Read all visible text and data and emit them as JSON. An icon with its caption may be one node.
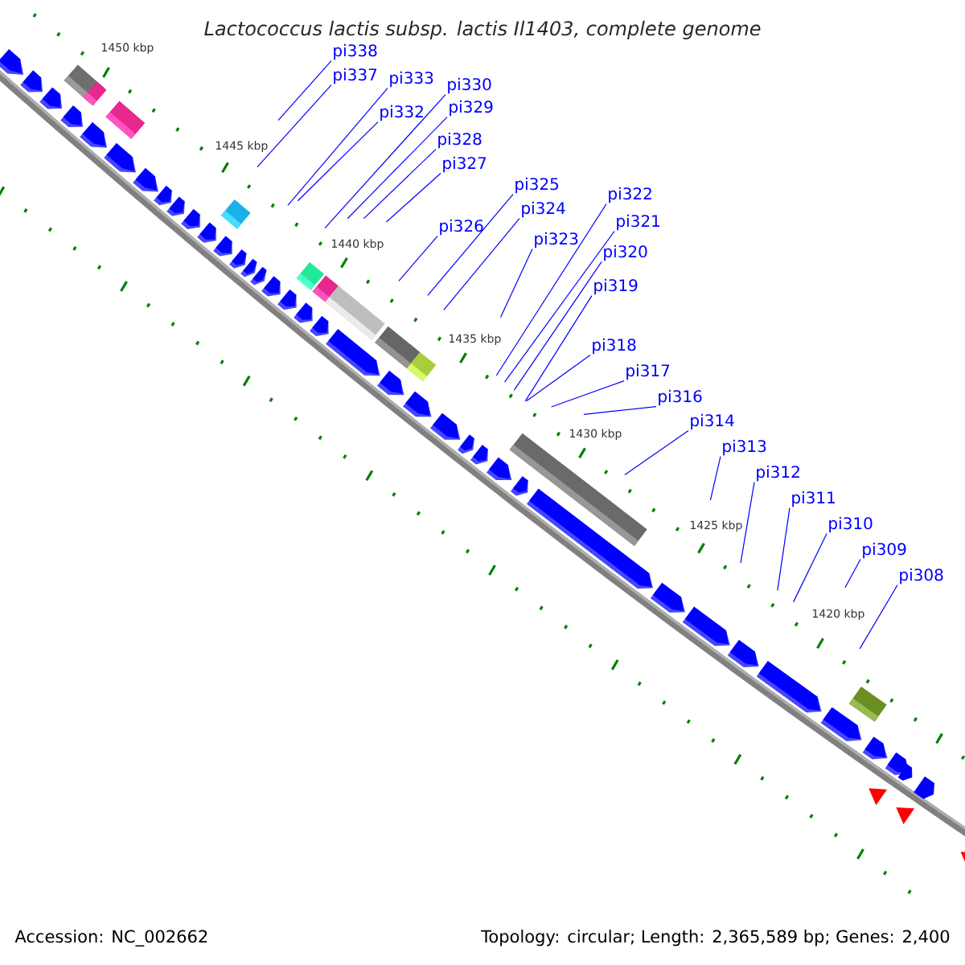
{
  "diagram": {
    "title": "Lactococcus lactis subsp. lactis Il1403, complete genome",
    "nodes": [
      {
        "text": [
          "pi338"
        ]
      },
      {
        "text": [
          "pi337"
        ]
      },
      {
        "text": [
          "pi333"
        ]
      },
      {
        "text": [
          "pi332"
        ]
      },
      {
        "text": [
          "pi330"
        ]
      },
      {
        "text": [
          "pi329"
        ]
      },
      {
        "text": [
          "pi328"
        ]
      },
      {
        "text": [
          "pi327"
        ]
      },
      {
        "text": [
          "pi326"
        ]
      },
      {
        "text": [
          "pi325"
        ]
      },
      {
        "text": [
          "pi324"
        ]
      },
      {
        "text": [
          "pi323"
        ]
      },
      {
        "text": [
          "pi322"
        ]
      },
      {
        "text": [
          "pi321"
        ]
      },
      {
        "text": [
          "pi320"
        ]
      },
      {
        "text": [
          "pi319"
        ]
      },
      {
        "text": [
          "pi318"
        ]
      },
      {
        "text": [
          "pi317"
        ]
      },
      {
        "text": [
          "pi316"
        ]
      },
      {
        "text": [
          "pi314"
        ]
      },
      {
        "text": [
          "pi313"
        ]
      },
      {
        "text": [
          "pi312"
        ]
      },
      {
        "text": [
          "pi311"
        ]
      },
      {
        "text": [
          "pi310"
        ]
      },
      {
        "text": [
          "pi309"
        ]
      },
      {
        "text": [
          "pi308"
        ]
      }
    ],
    "edges": [
      {
        "from": 0,
        "to": null,
        "arrow": "none"
      },
      {
        "from": 1,
        "to": null,
        "arrow": "none"
      },
      {
        "from": 2,
        "to": null,
        "arrow": "none"
      },
      {
        "from": 3,
        "to": null,
        "arrow": "none"
      },
      {
        "from": 4,
        "to": null,
        "arrow": "none"
      },
      {
        "from": 5,
        "to": null,
        "arrow": "none"
      },
      {
        "from": 6,
        "to": null,
        "arrow": "none"
      },
      {
        "from": 7,
        "to": null,
        "arrow": "none"
      },
      {
        "from": 8,
        "to": null,
        "arrow": "none"
      },
      {
        "from": 9,
        "to": null,
        "arrow": "none"
      },
      {
        "from": 10,
        "to": null,
        "arrow": "none"
      },
      {
        "from": 11,
        "to": null,
        "arrow": "none"
      },
      {
        "from": 12,
        "to": null,
        "arrow": "none"
      },
      {
        "from": 13,
        "to": null,
        "arrow": "none"
      },
      {
        "from": 14,
        "to": null,
        "arrow": "none"
      },
      {
        "from": 15,
        "to": null,
        "arrow": "none"
      },
      {
        "from": 16,
        "to": null,
        "arrow": "none"
      },
      {
        "from": 17,
        "to": null,
        "arrow": "none"
      },
      {
        "from": 18,
        "to": null,
        "arrow": "none"
      },
      {
        "from": 19,
        "to": null,
        "arrow": "none"
      },
      {
        "from": 20,
        "to": null,
        "arrow": "none"
      },
      {
        "from": 21,
        "to": null,
        "arrow": "none"
      },
      {
        "from": 22,
        "to": null,
        "arrow": "none"
      },
      {
        "from": 23,
        "to": null,
        "arrow": "none"
      },
      {
        "from": 24,
        "to": null,
        "arrow": "none"
      },
      {
        "from": 25,
        "to": null,
        "arrow": "none"
      }
    ],
    "labels": [
      "1450 kbp",
      "1445 kbp",
      "1440 kbp",
      "1435 kbp",
      "1430 kbp",
      "1425 kbp",
      "1420 kbp",
      "Accession: NC_002662",
      "Topology: circular; Length: 2,365,589 bp; Genes: 2,400"
    ]
  }
}
